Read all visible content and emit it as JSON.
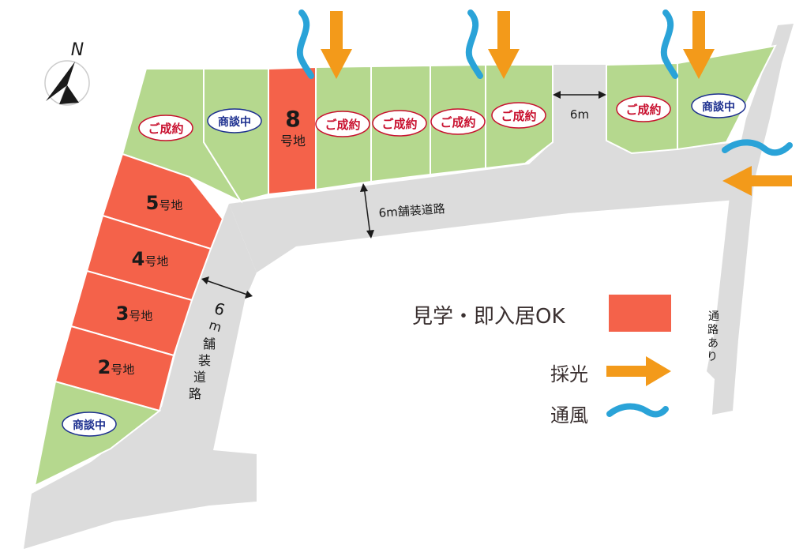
{
  "colors": {
    "green": "#b5d88e",
    "red": "#f4624a",
    "road": "#dcdcdc",
    "orange": "#f39a1a",
    "blue": "#2aa3d8",
    "badge_red": "#c8102e",
    "badge_blue": "#1c2f8f"
  },
  "compass": {
    "label": "N"
  },
  "status": {
    "sold": "ご成約",
    "negotiating": "商談中"
  },
  "lots": {
    "lot8": {
      "num": "8",
      "suffix": "号地"
    },
    "lot5": {
      "num": "5",
      "suffix": "号地"
    },
    "lot4": {
      "num": "4",
      "suffix": "号地"
    },
    "lot3": {
      "num": "3",
      "suffix": "号地"
    },
    "lot2": {
      "num": "2",
      "suffix": "号地"
    }
  },
  "roads": {
    "width_label": "6m",
    "main_label": "6m舗装道路",
    "side_label_chars": [
      "6",
      "m",
      "舗",
      "装",
      "道",
      "路"
    ],
    "passage_chars": [
      "通",
      "路",
      "あ",
      "り"
    ]
  },
  "legend": {
    "viewing": "見学・即入居OK",
    "light": "採光",
    "wind": "通風"
  }
}
